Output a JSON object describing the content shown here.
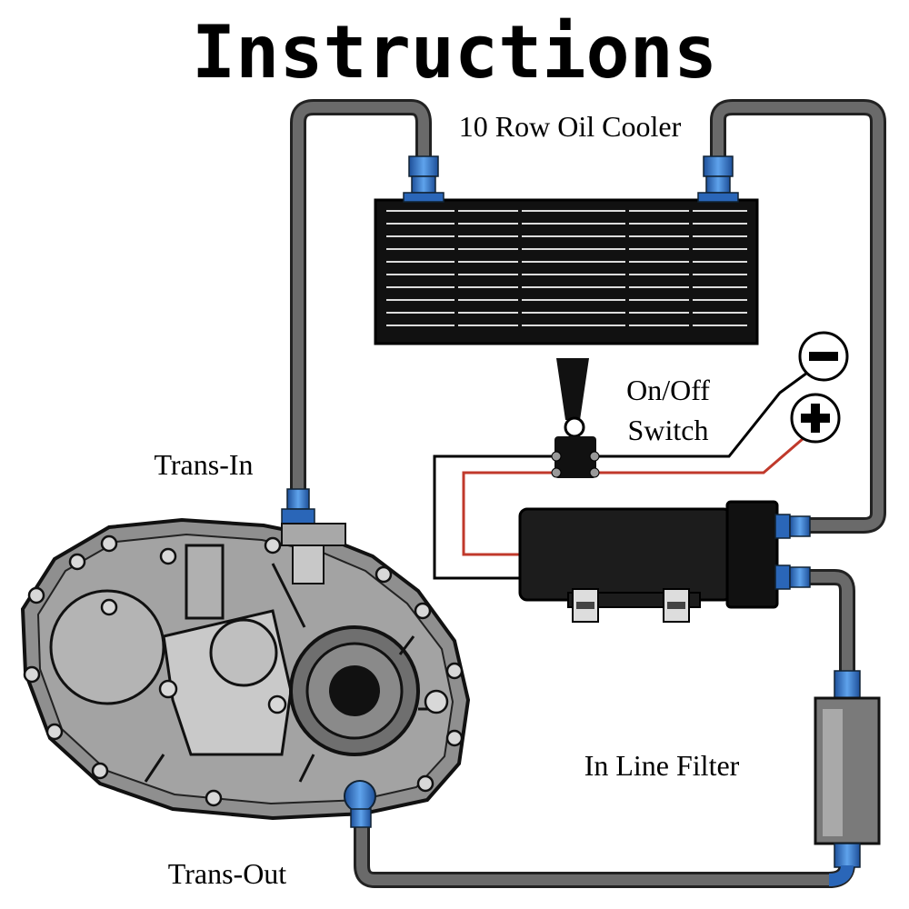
{
  "title": "Instructions",
  "labels": {
    "oil_cooler": "10 Row Oil Cooler",
    "switch_line1": "On/Off",
    "switch_line2": "Switch",
    "trans_in": "Trans-In",
    "trans_out": "Trans-Out",
    "filter": "In Line Filter"
  },
  "symbols": {
    "negative": "minus-icon",
    "positive": "plus-icon"
  },
  "colors": {
    "hose": "#595959",
    "fitting": "#3a7fd0",
    "cooler": "#1a1a1a",
    "positive_wire": "#c0392b",
    "negative_wire": "#000000",
    "housing": "#9a9a9a"
  }
}
